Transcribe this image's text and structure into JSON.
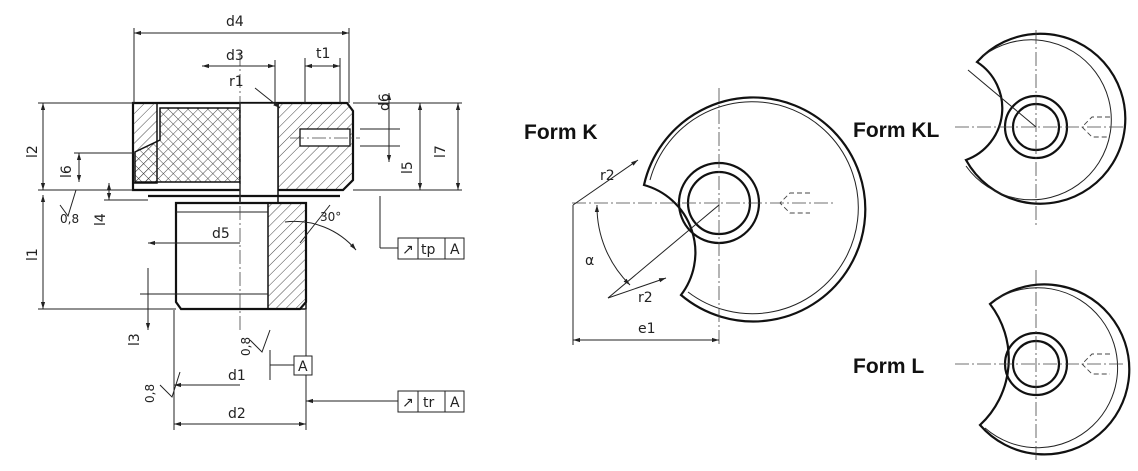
{
  "dimensions": {
    "d4": "d4",
    "d3": "d3",
    "t1": "t1",
    "r1": "r1",
    "d6": "d6",
    "l2": "l2",
    "l6": "l6",
    "l5": "l5",
    "l7": "l7",
    "l4": "l4",
    "l1": "l1",
    "d5": "d5",
    "l3": "l3",
    "d1": "d1",
    "d2": "d2",
    "angle_30": "30°",
    "r2_top": "r2",
    "r2_bottom": "r2",
    "alpha": "α",
    "e1": "e1"
  },
  "surface_finish": {
    "left": "0,8",
    "lower": "0,8",
    "bottom": "0,8"
  },
  "datum": {
    "label": "A"
  },
  "tolerance_frames": [
    {
      "symbol": "↗",
      "type": "tp",
      "datum": "A"
    },
    {
      "symbol": "↗",
      "type": "tr",
      "datum": "A"
    }
  ],
  "forms": {
    "k": "Form K",
    "kl": "Form KL",
    "l": "Form L"
  }
}
